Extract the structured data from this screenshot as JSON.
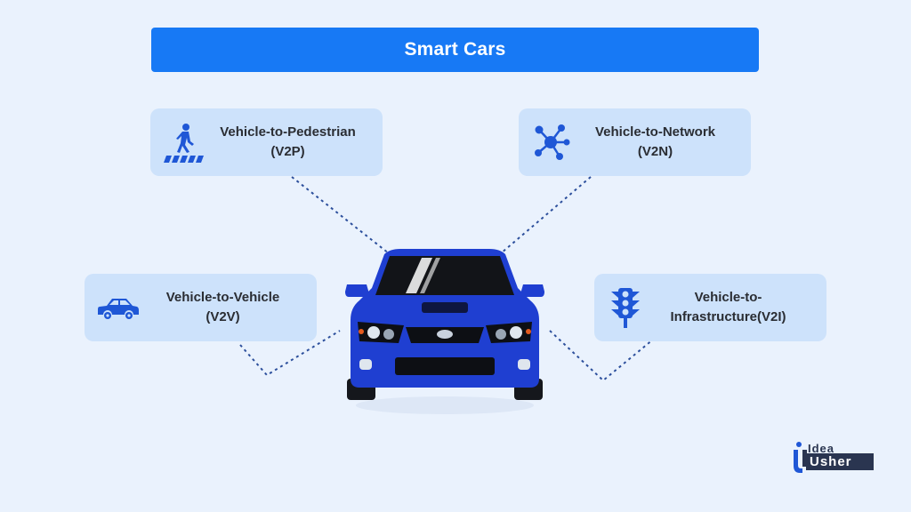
{
  "title": "Smart Cars",
  "nodes": {
    "v2p": {
      "line1": "Vehicle-to-Pedestrian",
      "line2": "(V2P)",
      "icon": "pedestrian-crossing-icon"
    },
    "v2n": {
      "line1": "Vehicle-to-Network",
      "line2": "(V2N)",
      "icon": "network-nodes-icon"
    },
    "v2v": {
      "line1": "Vehicle-to-Vehicle",
      "line2": "(V2V)",
      "icon": "car-icon"
    },
    "v2i": {
      "line1": "Vehicle-to-",
      "line2": "Infrastructure(V2I)",
      "icon": "traffic-light-icon"
    }
  },
  "center": {
    "icon": "blue-car-front-icon"
  },
  "logo": {
    "line1": "Idea",
    "line2": "Usher"
  },
  "colors": {
    "background": "#eaf2fd",
    "title_bar": "#1779f5",
    "card": "#cde2fb",
    "icon": "#1f57d6",
    "connector": "#2c4f9c",
    "car_body": "#1f3fd1"
  }
}
